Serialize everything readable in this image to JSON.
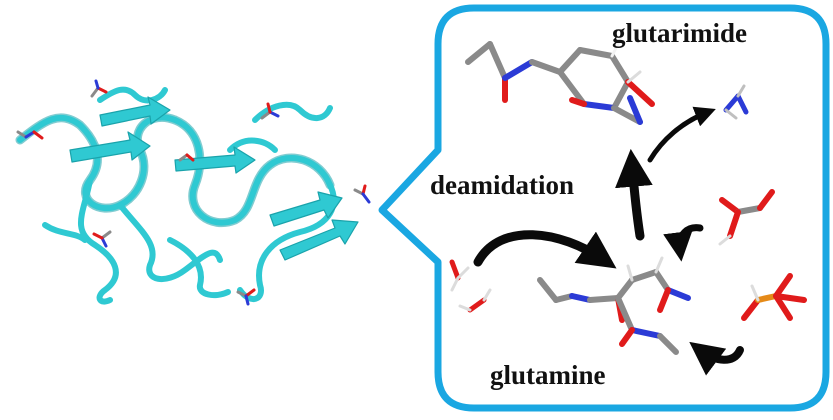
{
  "labels": {
    "top": "glutarimide",
    "middle": "deamidation",
    "bottom": "glutamine"
  },
  "colors": {
    "protein_ribbon": "#2fc9d2",
    "callout_border": "#1aa7e2",
    "arrow": "#0a0a0a",
    "carbon": "#8a8a8a",
    "oxygen": "#e01b1b",
    "nitrogen": "#2b3bd6",
    "phosphorus": "#e58a18",
    "hydrogen": "#f2f2f2"
  },
  "icons": {
    "protein": "protein-ribbon-structure",
    "callout": "speech-bubble-callout",
    "arrows": "curved-reaction-arrows"
  }
}
